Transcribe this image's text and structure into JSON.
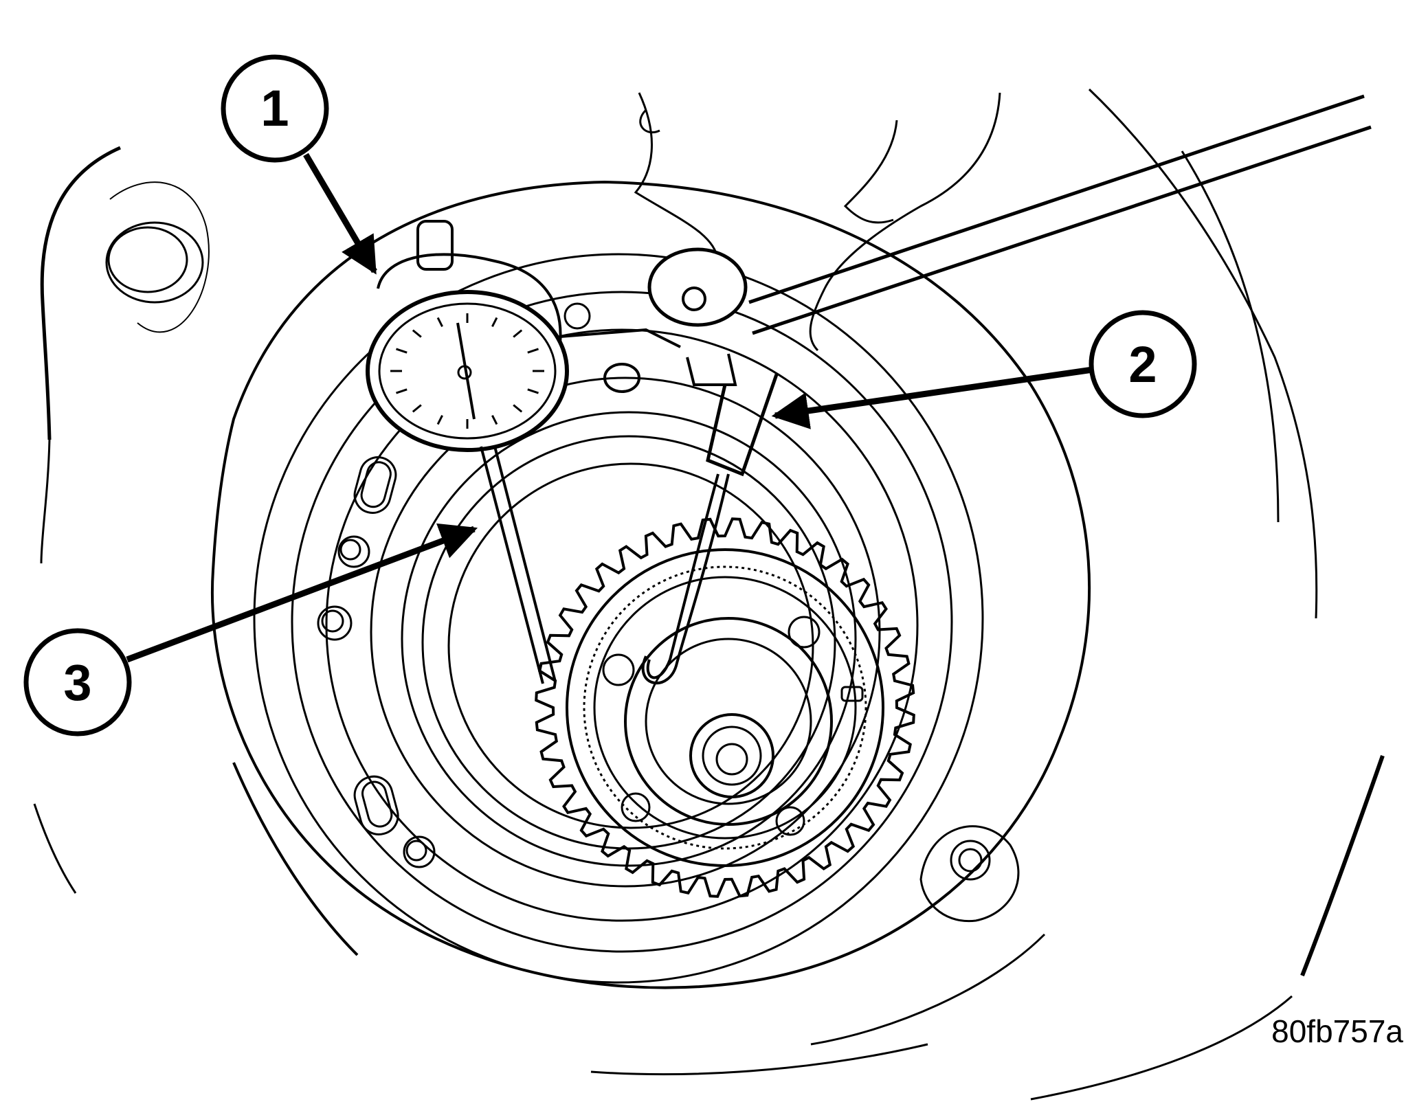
{
  "callouts": [
    {
      "id": "1",
      "label": "1"
    },
    {
      "id": "2",
      "label": "2"
    },
    {
      "id": "3",
      "label": "3"
    }
  ],
  "figure_id": "80fb757a"
}
